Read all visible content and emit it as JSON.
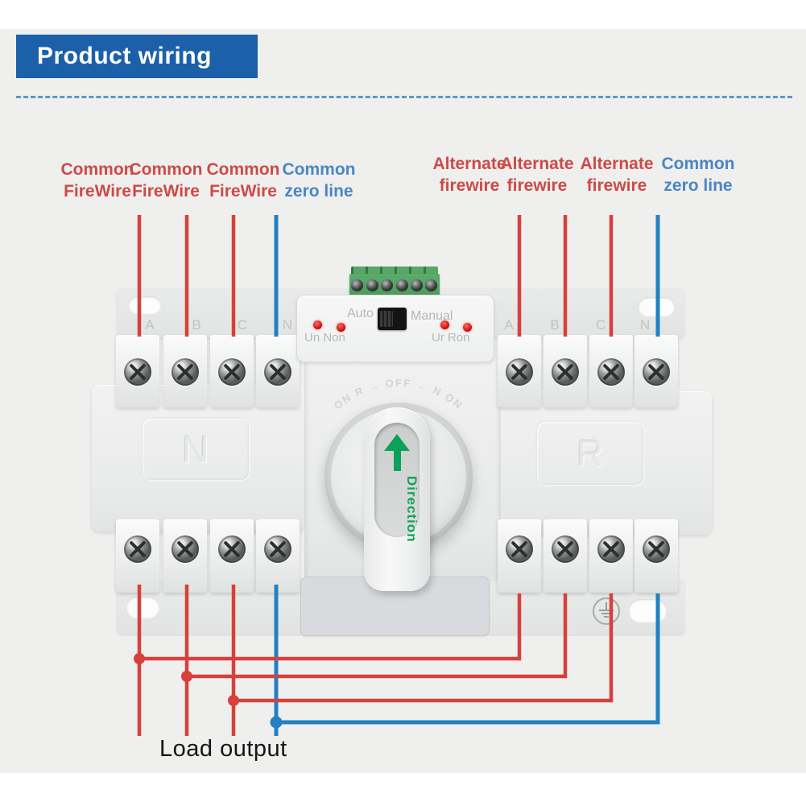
{
  "header": {
    "title": "Product wiring"
  },
  "top_labels": {
    "left": [
      {
        "line1": "Common",
        "line2": "FireWire",
        "type": "live"
      },
      {
        "line1": "Common",
        "line2": "FireWire",
        "type": "live"
      },
      {
        "line1": "Common",
        "line2": "FireWire",
        "type": "live"
      },
      {
        "line1": "Common",
        "line2": "zero line",
        "type": "neutral"
      }
    ],
    "right": [
      {
        "line1": "Alternate",
        "line2": "firewire",
        "type": "live"
      },
      {
        "line1": "Alternate",
        "line2": "firewire",
        "type": "live"
      },
      {
        "line1": "Alternate",
        "line2": "firewire",
        "type": "live"
      },
      {
        "line1": "Common",
        "line2": "zero line",
        "type": "neutral"
      }
    ]
  },
  "device": {
    "terminal_letters": [
      "A",
      "B",
      "C",
      "N"
    ],
    "control_panel": {
      "auto_label": "Auto",
      "manual_label": "Manual",
      "left_led_label": "Un Non",
      "right_led_label": "Ur Ron"
    },
    "left_pole_marking": "N",
    "right_pole_marking": "R",
    "dial_arc_text": "ON R → OFF ← N ON",
    "handle_label": "Direction",
    "ground_icon": "earth-ground"
  },
  "bottom_label": "Load output",
  "colors": {
    "header_blue": "#1b60a8",
    "label_red": "#cd4a46",
    "label_blue": "#4a86c5",
    "wire_live": "#d6413b",
    "wire_neutral": "#2280c3",
    "terminal_green": "#57a766",
    "arrow_green": "#0aa25b",
    "led_red": "#c80f0f",
    "background": "#efefee"
  }
}
